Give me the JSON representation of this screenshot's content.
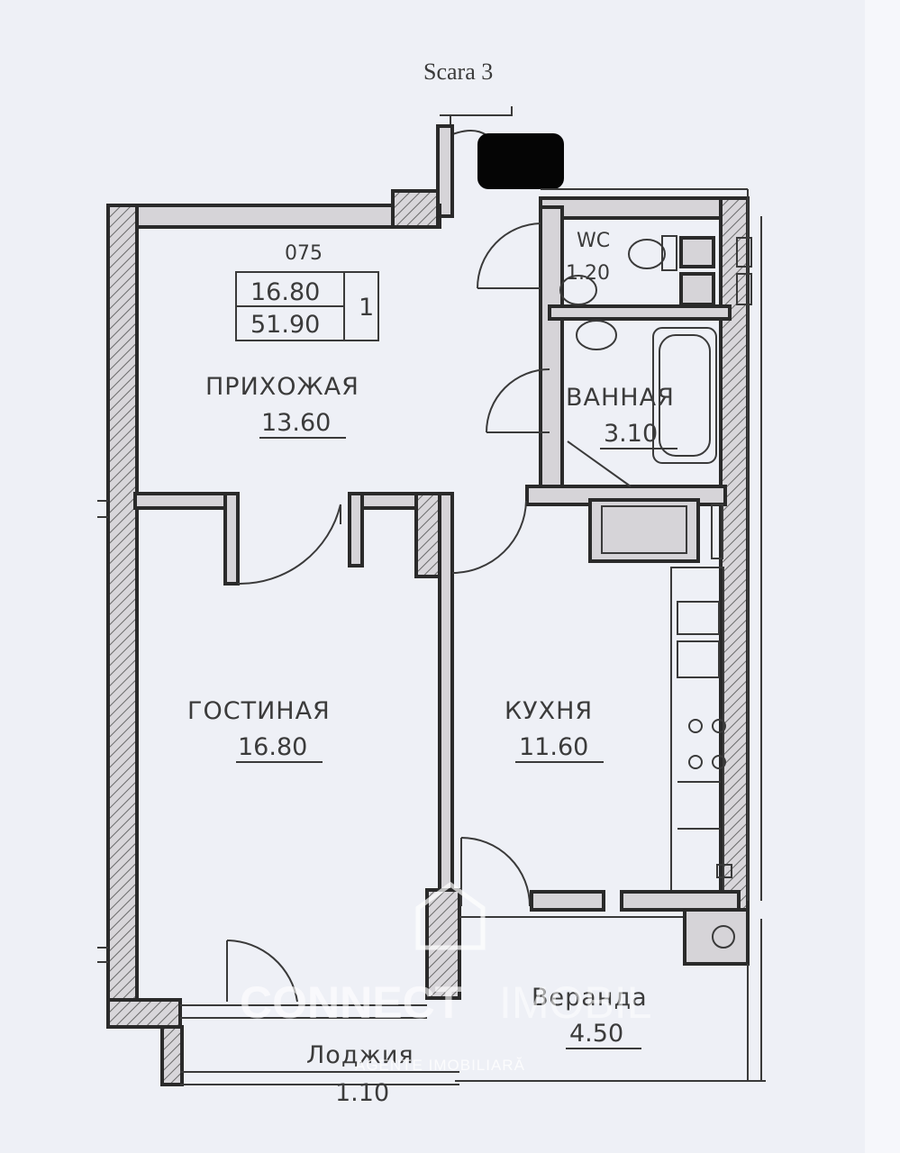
{
  "stair_label": "Scara 3",
  "unit": {
    "number": "075",
    "living_area": "16.80",
    "total_area": "51.90",
    "rooms_count": "1"
  },
  "rooms": {
    "hall": {
      "name": "ПРИХОЖАЯ",
      "area": "13.60"
    },
    "wc": {
      "name": "WC",
      "area": "1.20"
    },
    "bath": {
      "name": "ВАННАЯ",
      "area": "3.10"
    },
    "living": {
      "name": "ГОСТИНАЯ",
      "area": "16.80"
    },
    "kitchen": {
      "name": "КУХНЯ",
      "area": "11.60"
    },
    "veranda": {
      "name": "Веранда",
      "area": "4.50"
    },
    "loggia": {
      "name": "Лоджия",
      "area": "1.10"
    }
  },
  "watermark": {
    "brand_left": "CONNECT",
    "brand_right": "IMOBIL",
    "tagline": "AGENTE IMOBILIARĂ"
  },
  "colors": {
    "wall_fill": "#d6d4d8",
    "line": "#2a2a2a",
    "background": "#eef0f6"
  }
}
